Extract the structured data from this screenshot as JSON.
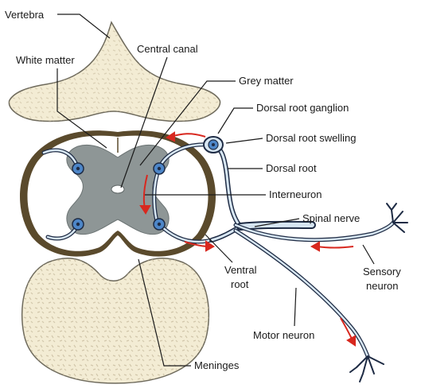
{
  "colors": {
    "bone": "#f3ecd4",
    "bone_outline": "#6e6a5c",
    "bone_speck": "#c9bda0",
    "white_matter": "#ffffff",
    "grey_matter": "#8e9696",
    "meninges": "#5a4a2c",
    "nerve_fill": "#d7e6f2",
    "nerve_outline": "#1e2b44",
    "neuron_cell": "#4d86c8",
    "arrow": "#d8281f",
    "leader": "#1a1a1a"
  },
  "labels": {
    "vertebra": "Vertebra",
    "central_canal": "Central canal",
    "white_matter": "White matter",
    "grey_matter": "Grey matter",
    "dorsal_root_ganglion": "Dorsal root ganglion",
    "dorsal_root_swelling": "Dorsal root swelling",
    "dorsal_root": "Dorsal root",
    "interneuron": "Interneuron",
    "spinal_nerve": "Spinal nerve",
    "ventral_root_line1": "Ventral",
    "ventral_root_line2": "root",
    "sensory_neuron_line1": "Sensory",
    "sensory_neuron_line2": "neuron",
    "motor_neuron": "Motor neuron",
    "meninges": "Meninges"
  }
}
